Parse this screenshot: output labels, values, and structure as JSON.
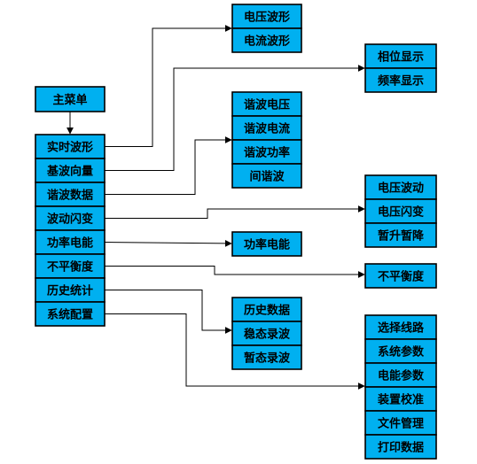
{
  "colors": {
    "box_fill": "#00b0f0",
    "stroke": "#000000",
    "background": "#ffffff"
  },
  "main_menu": {
    "label": "主菜单"
  },
  "menu_items": [
    {
      "id": "realtime-waveform",
      "label": "实时波形"
    },
    {
      "id": "fundamental-vector",
      "label": "基波向量"
    },
    {
      "id": "harmonic-data",
      "label": "谐波数据"
    },
    {
      "id": "fluctuation-flicker",
      "label": "波动闪变"
    },
    {
      "id": "power-energy",
      "label": "功率电能"
    },
    {
      "id": "unbalance",
      "label": "不平衡度"
    },
    {
      "id": "history-statistics",
      "label": "历史统计"
    },
    {
      "id": "system-config",
      "label": "系统配置"
    }
  ],
  "sub_groups": [
    {
      "parent": "realtime-waveform",
      "items": [
        "电压波形",
        "电流波形"
      ]
    },
    {
      "parent": "fundamental-vector",
      "items": [
        "相位显示",
        "频率显示"
      ]
    },
    {
      "parent": "harmonic-data",
      "items": [
        "谐波电压",
        "谐波电流",
        "谐波功率",
        "间谐波"
      ]
    },
    {
      "parent": "fluctuation-flicker",
      "items": [
        "电压波动",
        "电压闪变",
        "暂升暂降"
      ]
    },
    {
      "parent": "power-energy",
      "items": [
        "功率电能"
      ]
    },
    {
      "parent": "unbalance",
      "items": [
        "不平衡度"
      ]
    },
    {
      "parent": "history-statistics",
      "items": [
        "历史数据",
        "稳态录波",
        "暂态录波"
      ]
    },
    {
      "parent": "system-config",
      "items": [
        "选择线路",
        "系统参数",
        "电能参数",
        "装置校准",
        "文件管理",
        "打印数据"
      ]
    }
  ]
}
